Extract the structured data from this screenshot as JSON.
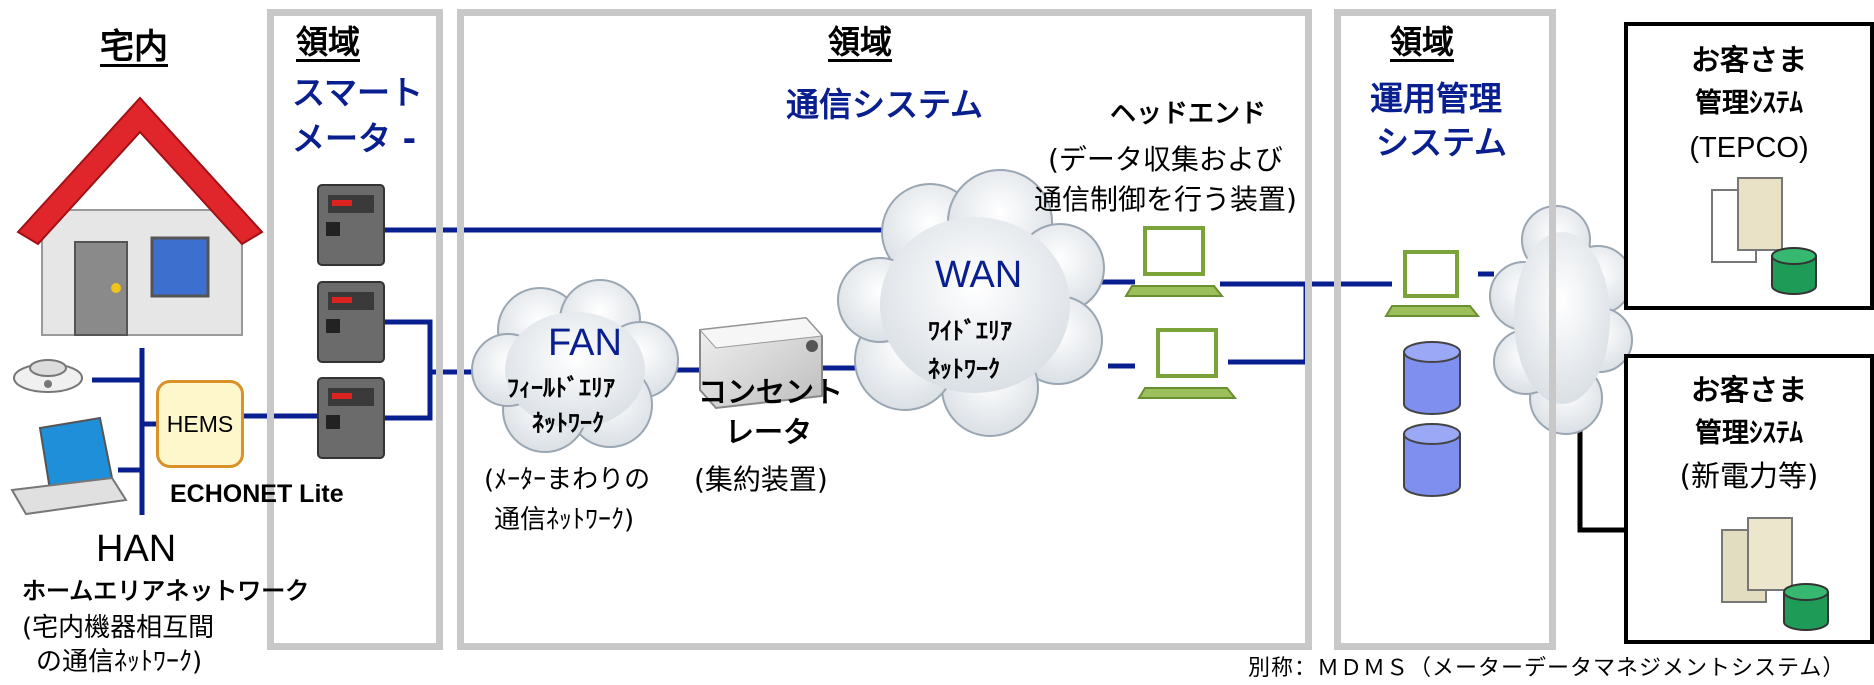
{
  "home": {
    "title": "宅内",
    "han": "HAN",
    "han_jp": "ホームエリアネットワーク",
    "han_desc_1": "(宅内機器相互間",
    "han_desc_2": "の通信ﾈｯﾄﾜｰｸ)",
    "hems": "HEMS",
    "echonet": "ECHONET Lite"
  },
  "region_meter": {
    "title": "領域",
    "name_1": "スマート",
    "name_2": "メータ -"
  },
  "region_comm": {
    "title": "領域",
    "name": "通信システム",
    "fan": "FAN",
    "fan_jp_1": "ﾌｨｰﾙﾄﾞｴﾘｱ",
    "fan_jp_2": "ﾈｯﾄﾜｰｸ",
    "fan_desc_1": "(ﾒｰﾀｰまわりの",
    "fan_desc_2": "通信ﾈｯﾄﾜｰｸ)",
    "concentrator_1": "コンセント",
    "concentrator_2": "レータ",
    "concentrator_desc": "(集約装置)",
    "wan": "WAN",
    "wan_jp_1": "ﾜｲﾄﾞｴﾘｱ",
    "wan_jp_2": "ﾈｯﾄﾜｰｸ",
    "headend": "ヘッドエンド",
    "headend_desc_1": "(データ収集および",
    "headend_desc_2": "通信制御を行う装置)"
  },
  "region_ops": {
    "title": "領域",
    "name_1": "運用管理",
    "name_2": "システム"
  },
  "customer_tepco": {
    "line_1": "お客さま",
    "line_2": "管理ｼｽﾃﾑ",
    "line_3": "(TEPCO)"
  },
  "customer_new": {
    "line_1": "お客さま",
    "line_2": "管理ｼｽﾃﾑ",
    "line_3": "(新電力等)"
  },
  "footnote": "別称：ＭＤＭＳ（メーターデータマネジメントシステム）",
  "colors": {
    "link": "#0a1f8f",
    "region_border": "#c8c8c8",
    "roof": "#e0262b",
    "monitor": "#7aa33a",
    "db_blue": "#7f8ff0",
    "db_green": "#1e9b57"
  }
}
